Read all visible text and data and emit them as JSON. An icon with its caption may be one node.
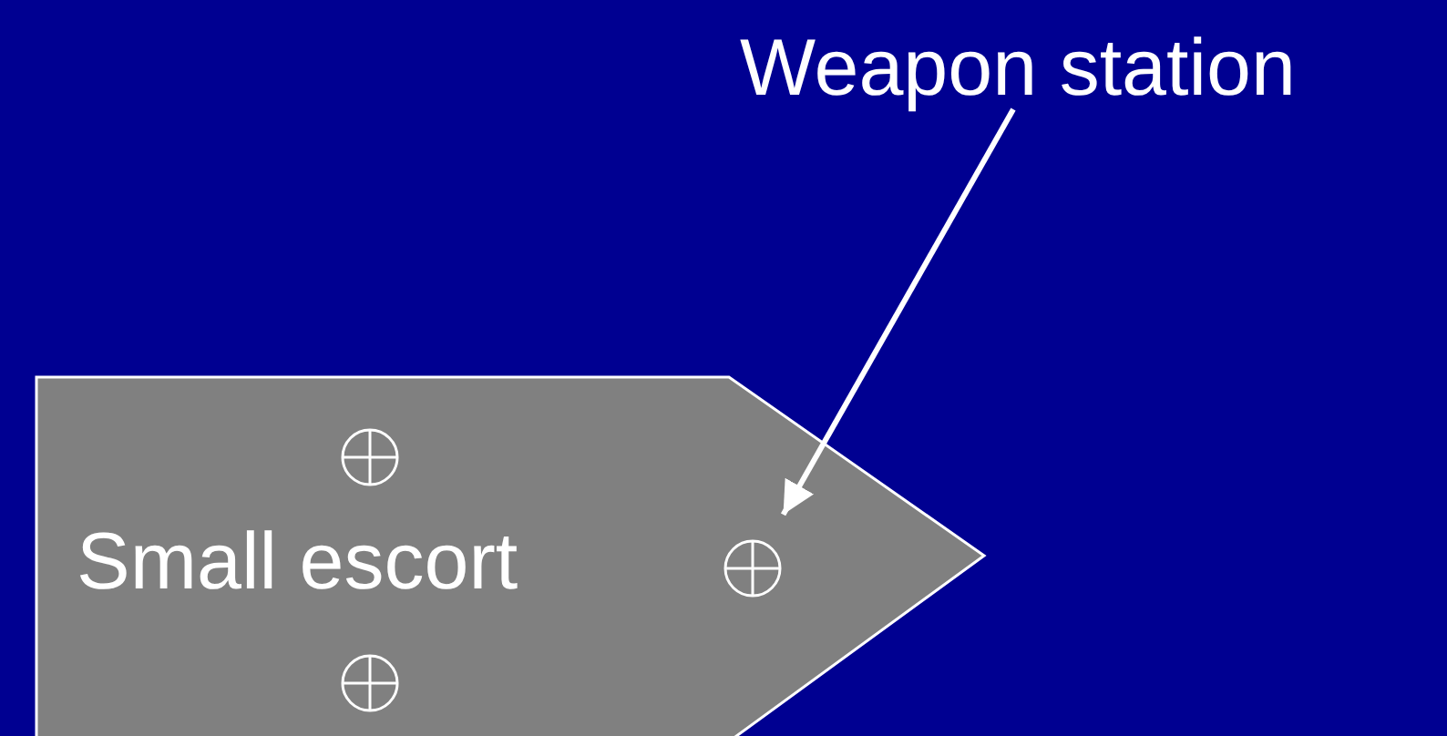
{
  "diagram": {
    "nodes": [
      {
        "text": [
          "Weapon station"
        ]
      },
      {
        "text": [
          "Small escort"
        ]
      },
      {
        "text": [],
        "shape": "circle",
        "in": 1
      },
      {
        "text": [],
        "shape": "circle",
        "in": 1
      },
      {
        "text": [],
        "shape": "circle",
        "in": 1
      }
    ],
    "edges": [
      {
        "from": 0,
        "to": 3,
        "arrow": "to"
      }
    ]
  }
}
